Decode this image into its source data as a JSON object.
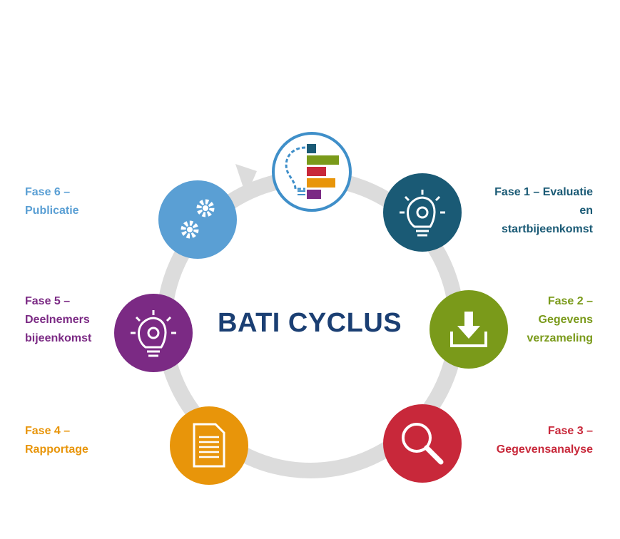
{
  "title": "BATI CYCLUS",
  "phases": [
    {
      "lines": [
        "Fase 1 – Evaluatie",
        "en",
        "startbijeenkomst"
      ],
      "color": "#1a5a75",
      "icon": "lightbulb-gear-icon"
    },
    {
      "lines": [
        "Fase 2 –",
        "Gegevens",
        "verzameling"
      ],
      "color": "#7a9a1a",
      "icon": "download-icon"
    },
    {
      "lines": [
        "Fase 3 –",
        "Gegevensanalyse"
      ],
      "color": "#c8283a",
      "icon": "magnifier-icon"
    },
    {
      "lines": [
        "Fase 4 –",
        "Rapportage"
      ],
      "color": "#e8950a",
      "icon": "document-icon"
    },
    {
      "lines": [
        "Fase 5 –",
        "Deelnemers",
        "bijeenkomst"
      ],
      "color": "#7b2a84",
      "icon": "lightbulb-gear-icon"
    },
    {
      "lines": [
        "Fase 6 –",
        "Publicatie"
      ],
      "color": "#5a9fd4",
      "icon": "gears-icon"
    }
  ],
  "logo_icon": "lightbulb-bars-logo-icon",
  "ring_color": "#d9d9d9"
}
